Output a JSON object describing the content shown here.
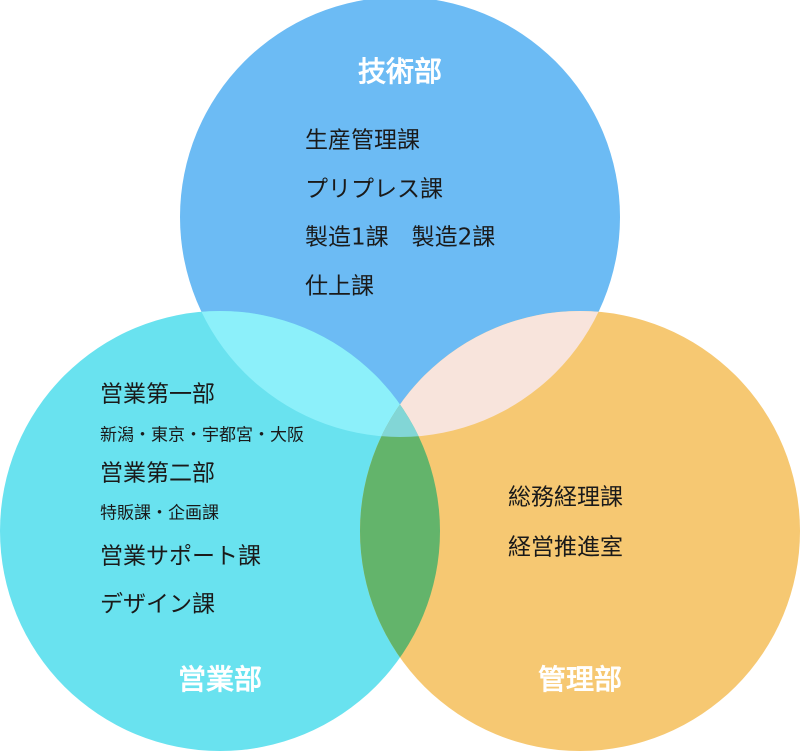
{
  "colors": {
    "technical": "#6cbbf4",
    "sales": "#69e2ef",
    "management": "#f6c872",
    "technical_sales": "#8cf0fa",
    "technical_management": "#f8e4dc",
    "sales_management": "#63b46b",
    "all": "#82d6d6"
  },
  "technical": {
    "title": "技術部",
    "items": [
      "生産管理課",
      "プリプレス課",
      "製造1課　製造2課",
      "仕上課"
    ]
  },
  "sales": {
    "title": "営業部",
    "groups": [
      {
        "name": "営業第一部",
        "detail": "新潟・東京・宇都宮・大阪"
      },
      {
        "name": "営業第二部",
        "detail": "特販課・企画課"
      }
    ],
    "items": [
      "営業サポート課",
      "デザイン課"
    ]
  },
  "management": {
    "title": "管理部",
    "items": [
      "総務経理課",
      "経営推進室"
    ]
  }
}
